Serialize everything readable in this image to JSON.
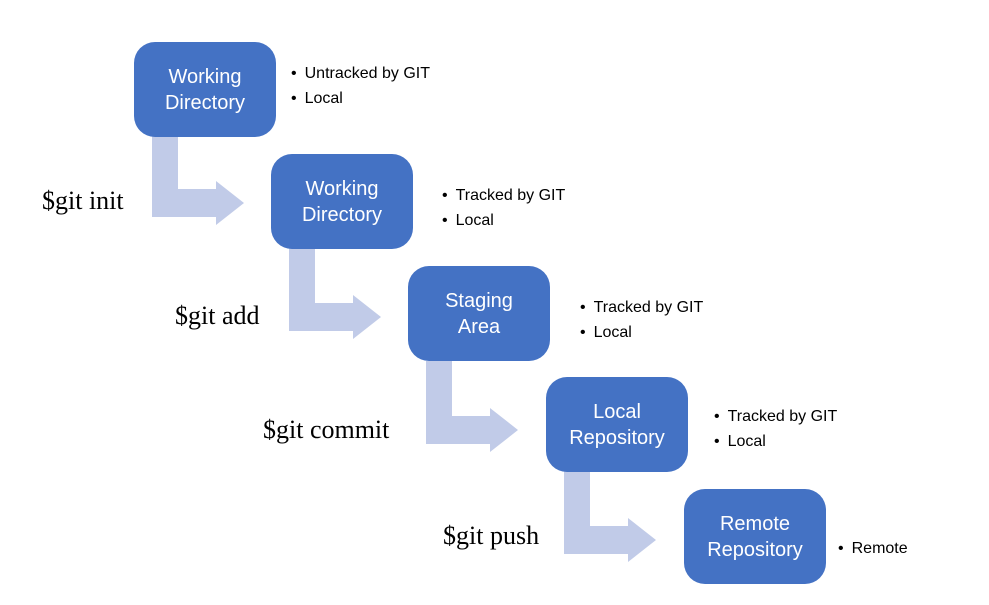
{
  "diagram": {
    "stages": [
      {
        "title": "Working Directory",
        "bullets": [
          "Untracked by GIT",
          "Local"
        ]
      },
      {
        "title": "Working Directory",
        "bullets": [
          "Tracked by GIT",
          "Local"
        ]
      },
      {
        "title": "Staging Area",
        "bullets": [
          "Tracked by GIT",
          "Local"
        ]
      },
      {
        "title": "Local Repository",
        "bullets": [
          "Tracked by GIT",
          "Local"
        ]
      },
      {
        "title": "Remote Repository",
        "bullets": [
          "Remote"
        ]
      }
    ],
    "commands": [
      "$git init",
      "$git add",
      "$git commit",
      "$git push"
    ],
    "colors": {
      "box_fill": "#4472c4",
      "box_text": "#ffffff",
      "arrow_fill": "#c1cbe8",
      "annotation_text": "#000000",
      "background": "#ffffff"
    }
  }
}
